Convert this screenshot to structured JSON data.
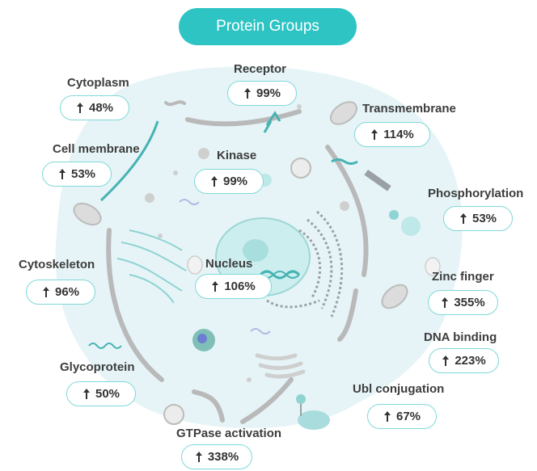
{
  "title": "Protein Groups",
  "groups": [
    {
      "label": "Cytoplasm",
      "value": "48%"
    },
    {
      "label": "Receptor",
      "value": "99%"
    },
    {
      "label": "Transmembrane",
      "value": "114%"
    },
    {
      "label": "Cell membrane",
      "value": "53%"
    },
    {
      "label": "Kinase",
      "value": "99%"
    },
    {
      "label": "Phosphorylation",
      "value": "53%"
    },
    {
      "label": "Cytoskeleton",
      "value": "96%"
    },
    {
      "label": "Nucleus",
      "value": "106%"
    },
    {
      "label": "Zinc finger",
      "value": "355%"
    },
    {
      "label": "DNA binding",
      "value": "223%"
    },
    {
      "label": "Glycoprotein",
      "value": "50%"
    },
    {
      "label": "Ubl conjugation",
      "value": "67%"
    },
    {
      "label": "GTPase activation",
      "value": "338%"
    }
  ],
  "icons": {
    "increase": "arrow-up-icon"
  },
  "colors": {
    "accent": "#2ec4c4",
    "pill_border": "#7fd8d8",
    "cell_fill": "#e6f4f7",
    "membrane": "#b9b9b9",
    "teal_organelle": "#46b3b3"
  }
}
